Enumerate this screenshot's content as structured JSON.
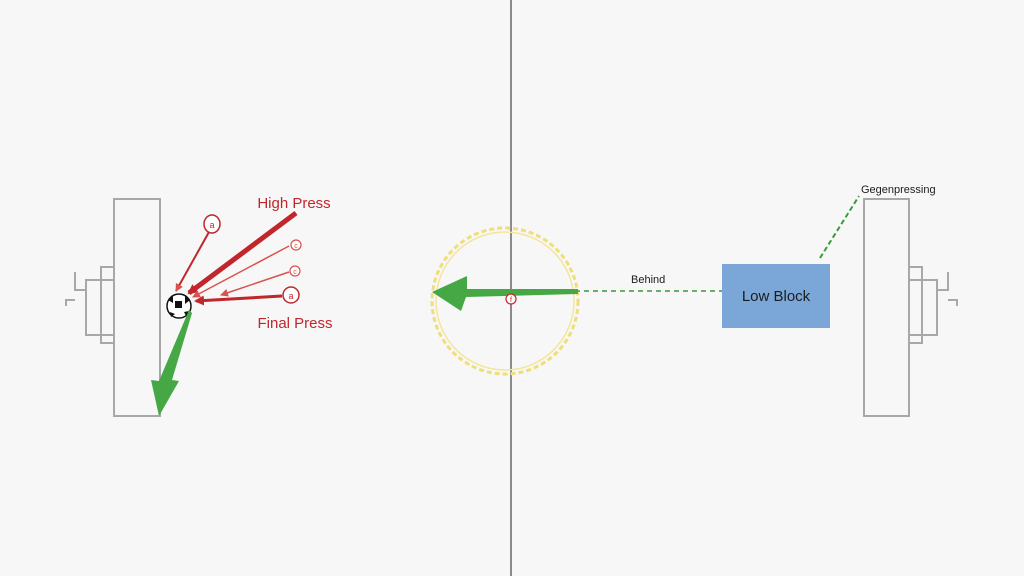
{
  "labels": {
    "high_press": "High Press",
    "final_press": "Final Press",
    "behind": "Behind",
    "low_block": "Low Block",
    "gegenpressing": "Gegenpressing"
  },
  "player_marks": {
    "p1": "a",
    "p2": "c",
    "p3": "c",
    "p4": "a",
    "center": "f"
  },
  "colors": {
    "red": "#c0262c",
    "red_light": "#d9524f",
    "green": "#45a845",
    "green_dashed": "#3a9a3a",
    "yellow": "#f0de78",
    "blue": "#7ba7d8",
    "goal_gray": "#a8a8a8",
    "line_gray": "#8a8a8a",
    "background": "#f7f7f7"
  }
}
